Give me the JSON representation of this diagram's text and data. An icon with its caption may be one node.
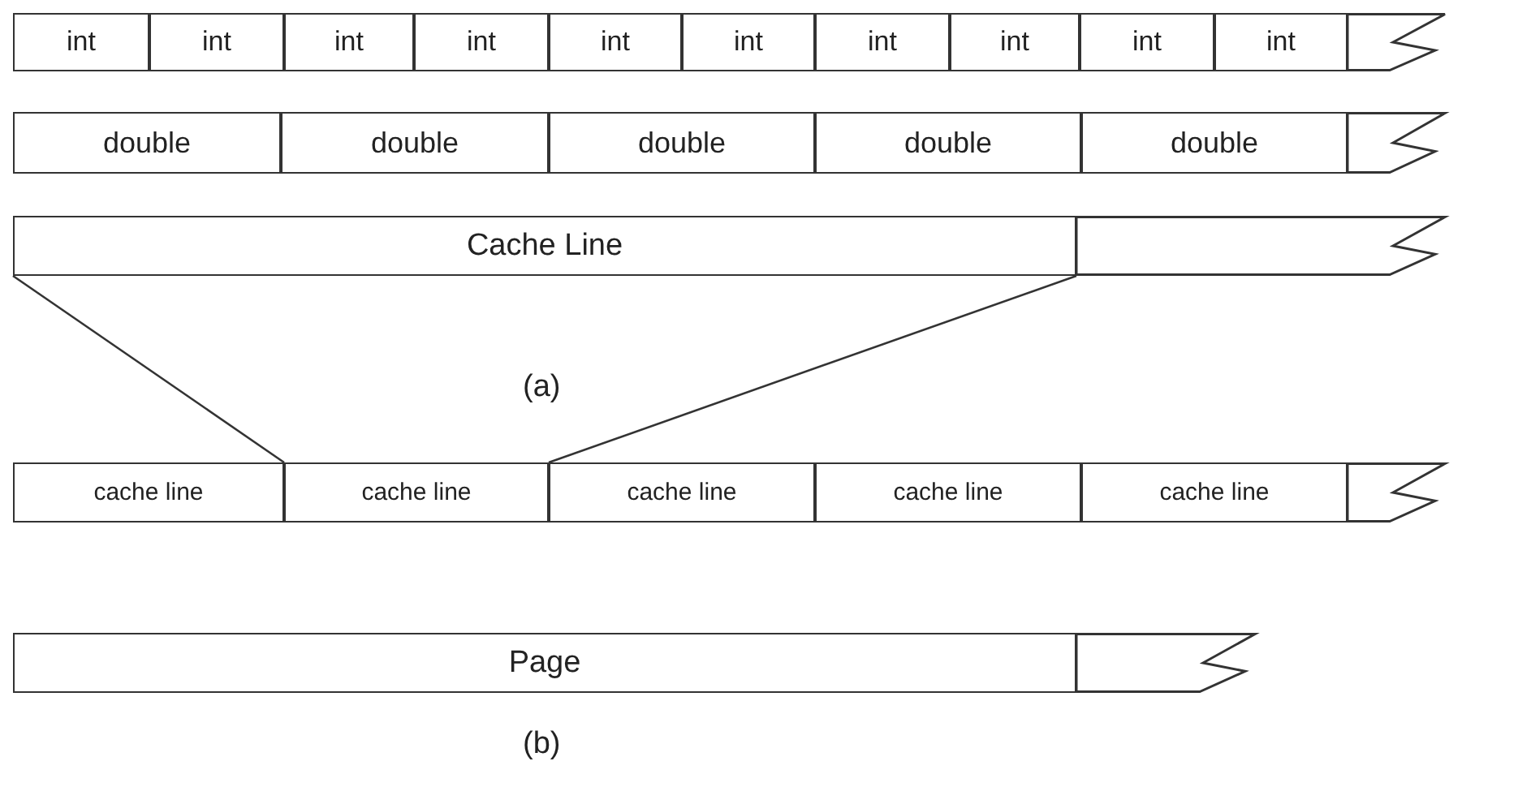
{
  "diagram": {
    "nodes": [
      {
        "text": [
          "int"
        ]
      },
      {
        "text": [
          "int"
        ]
      },
      {
        "text": [
          "int"
        ]
      },
      {
        "text": [
          "int"
        ]
      },
      {
        "text": [
          "int"
        ]
      },
      {
        "text": [
          "int"
        ]
      },
      {
        "text": [
          "int"
        ]
      },
      {
        "text": [
          "int"
        ]
      },
      {
        "text": [
          "int"
        ]
      },
      {
        "text": [
          "int"
        ]
      },
      {
        "text": [],
        "shape": "box"
      },
      {
        "text": [
          "double"
        ]
      },
      {
        "text": [
          "double"
        ]
      },
      {
        "text": [
          "double"
        ]
      },
      {
        "text": [
          "double"
        ]
      },
      {
        "text": [
          "double"
        ]
      },
      {
        "text": [],
        "shape": "box"
      },
      {
        "text": [
          "Cache Line"
        ]
      },
      {
        "text": [],
        "shape": "box"
      },
      {
        "text": [
          "cache line"
        ]
      },
      {
        "text": [
          "cache line"
        ]
      },
      {
        "text": [
          "cache line"
        ]
      },
      {
        "text": [
          "cache line"
        ]
      },
      {
        "text": [
          "cache line"
        ]
      },
      {
        "text": [],
        "shape": "box"
      },
      {
        "text": [
          "Page"
        ]
      },
      {
        "text": [],
        "shape": "box"
      }
    ],
    "edges": [
      {
        "from": 17,
        "to": 20,
        "arrow": "none"
      },
      {
        "from": 17,
        "to": 20,
        "arrow": "none"
      }
    ],
    "labels": [
      "(a)",
      "(b)"
    ]
  }
}
